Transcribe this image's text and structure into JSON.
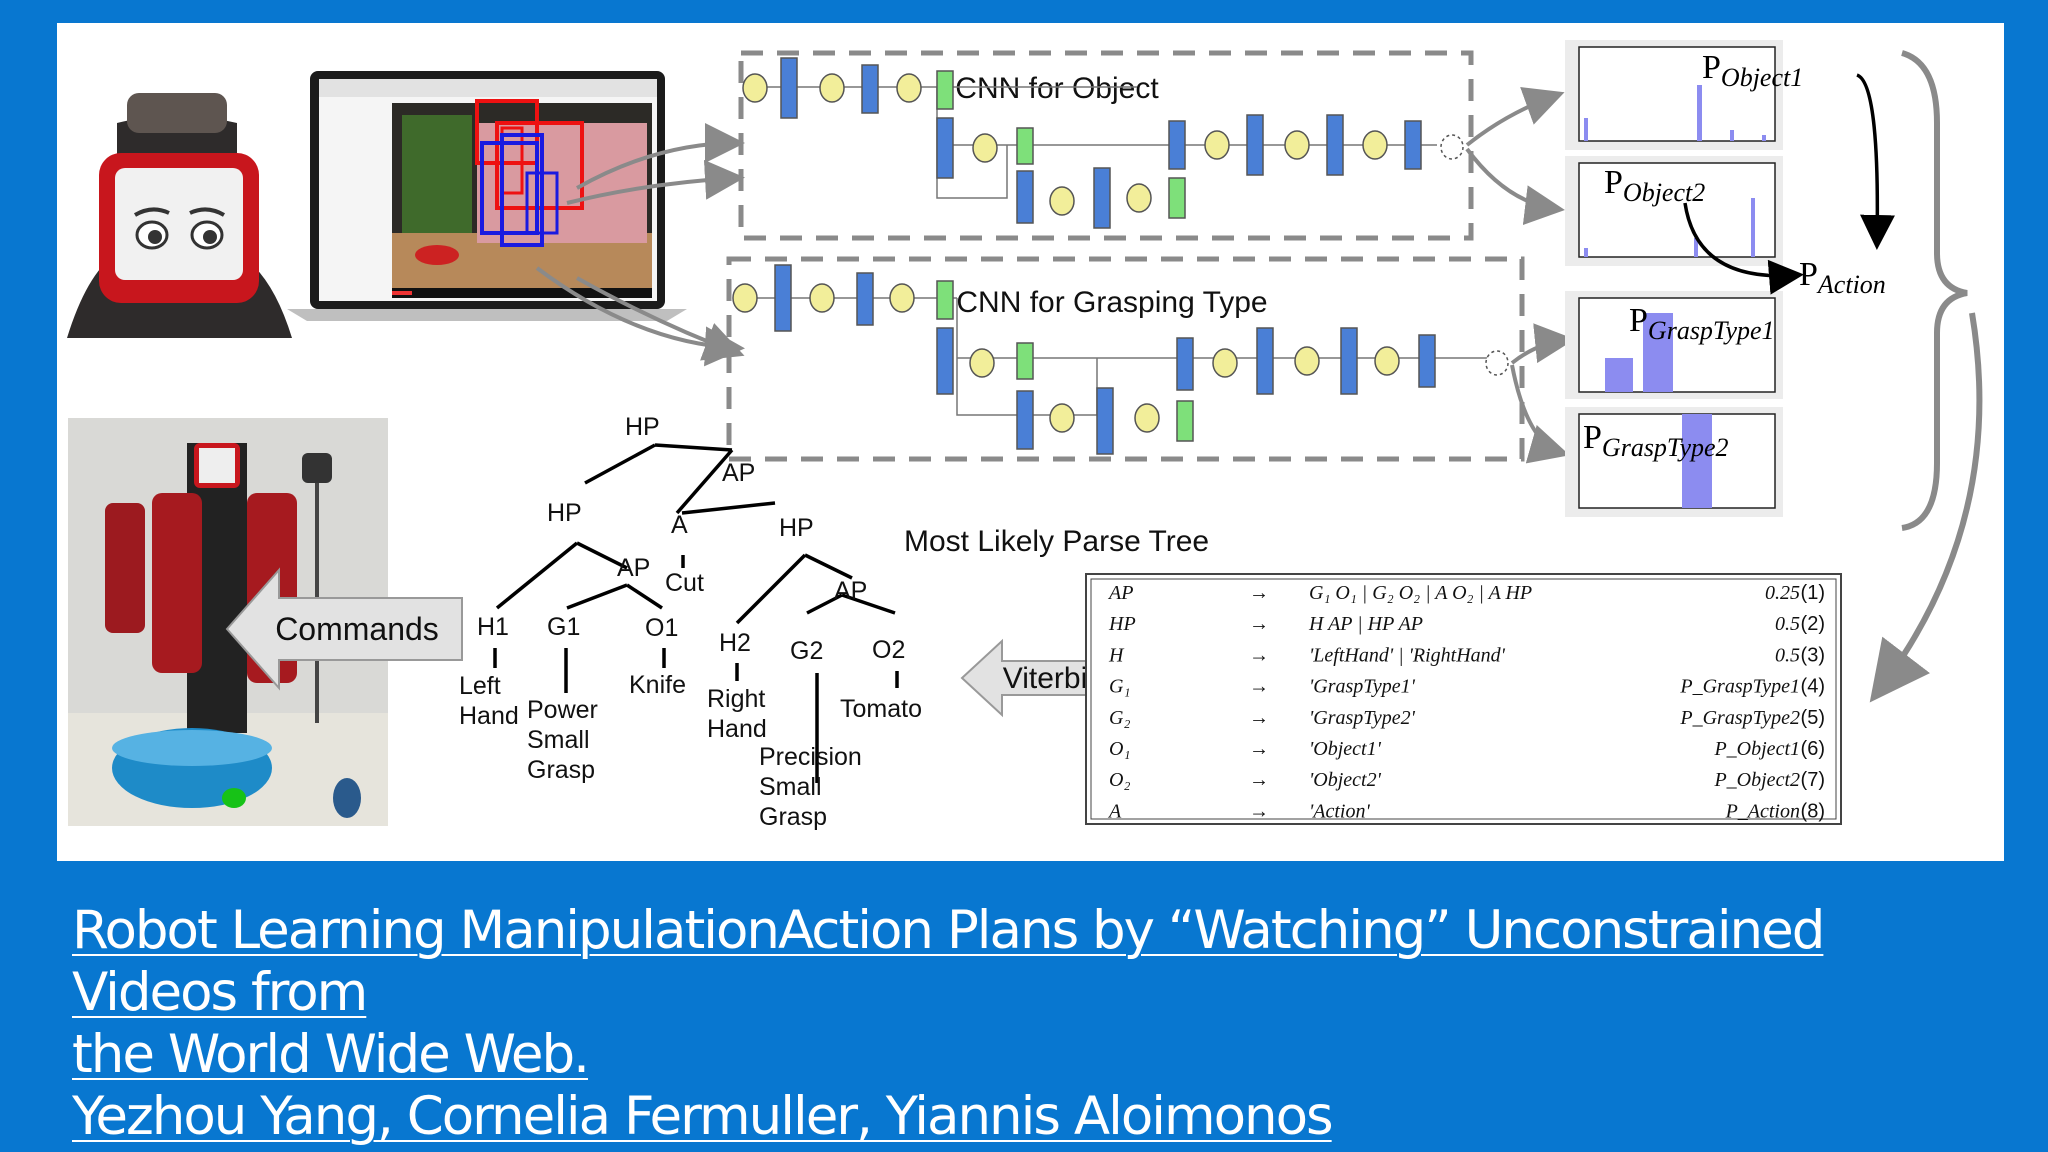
{
  "diagram": {
    "cnn_object_label": "CNN for Object",
    "cnn_grasp_label": "CNN for Grasping Type",
    "parse_tree_label": "Most Likely Parse Tree",
    "commands_label": "Commands",
    "viterbi_label": "Viterbi",
    "prob": {
      "object1": {
        "base": "P",
        "sub": "Object1"
      },
      "object2": {
        "base": "P",
        "sub": "Object2"
      },
      "action": {
        "base": "P",
        "sub": "Action"
      },
      "grasp1": {
        "base": "P",
        "sub": "GraspType1"
      },
      "grasp2": {
        "base": "P",
        "sub": "GraspType2"
      }
    },
    "tree": {
      "root": "HP",
      "ap1": "AP",
      "hp_left": "HP",
      "a": "A",
      "hp_right": "HP",
      "ap_left": "AP",
      "cut": "Cut",
      "ap_right": "AP",
      "h1": "H1",
      "g1": "G1",
      "o1": "O1",
      "h2": "H2",
      "g2": "G2",
      "o2": "O2",
      "left_hand": [
        "Left",
        "Hand"
      ],
      "power_grasp": [
        "Power",
        "Small",
        "Grasp"
      ],
      "knife": "Knife",
      "right_hand": [
        "Right",
        "Hand"
      ],
      "precision_grasp": [
        "Precision",
        "Small",
        "Grasp"
      ],
      "tomato": "Tomato"
    }
  },
  "grammar": [
    {
      "lhs": "AP",
      "arrow": "→",
      "rhs": "G₁ O₁ | G₂ O₂ | A O₂ | A HP",
      "prob": "0.25",
      "num": "(1)"
    },
    {
      "lhs": "HP",
      "arrow": "→",
      "rhs": "H AP | HP AP",
      "prob": "0.5",
      "num": "(2)"
    },
    {
      "lhs": "H",
      "arrow": "→",
      "rhs": "'LeftHand' | 'RightHand'",
      "prob": "0.5",
      "num": "(3)"
    },
    {
      "lhs": "G₁",
      "arrow": "→",
      "rhs": "'GraspType1'",
      "prob": "P_GraspType1",
      "num": "(4)"
    },
    {
      "lhs": "G₂",
      "arrow": "→",
      "rhs": "'GraspType2'",
      "prob": "P_GraspType2",
      "num": "(5)"
    },
    {
      "lhs": "O₁",
      "arrow": "→",
      "rhs": "'Object1'",
      "prob": "P_Object1",
      "num": "(6)"
    },
    {
      "lhs": "O₂",
      "arrow": "→",
      "rhs": "'Object2'",
      "prob": "P_Object2",
      "num": "(7)"
    },
    {
      "lhs": "A",
      "arrow": "→",
      "rhs": "'Action'",
      "prob": "P_Action",
      "num": "(8)"
    }
  ],
  "caption": {
    "line1": "Robot Learning ManipulationAction Plans by “Watching” Unconstrained Videos  from",
    "line2": "the World Wide Web.",
    "line3": "Yezhou Yang, Cornelia Fermuller, Yiannis Aloimonos"
  },
  "colors": {
    "background": "#0877d0",
    "panel": "#ffffff",
    "cnn_node_blue": "#4a7fd6",
    "cnn_node_green": "#7ee07a",
    "cnn_node_yellow": "#f2ee9a",
    "bar": "#8c8cf0",
    "robot_red": "#c8161d"
  }
}
